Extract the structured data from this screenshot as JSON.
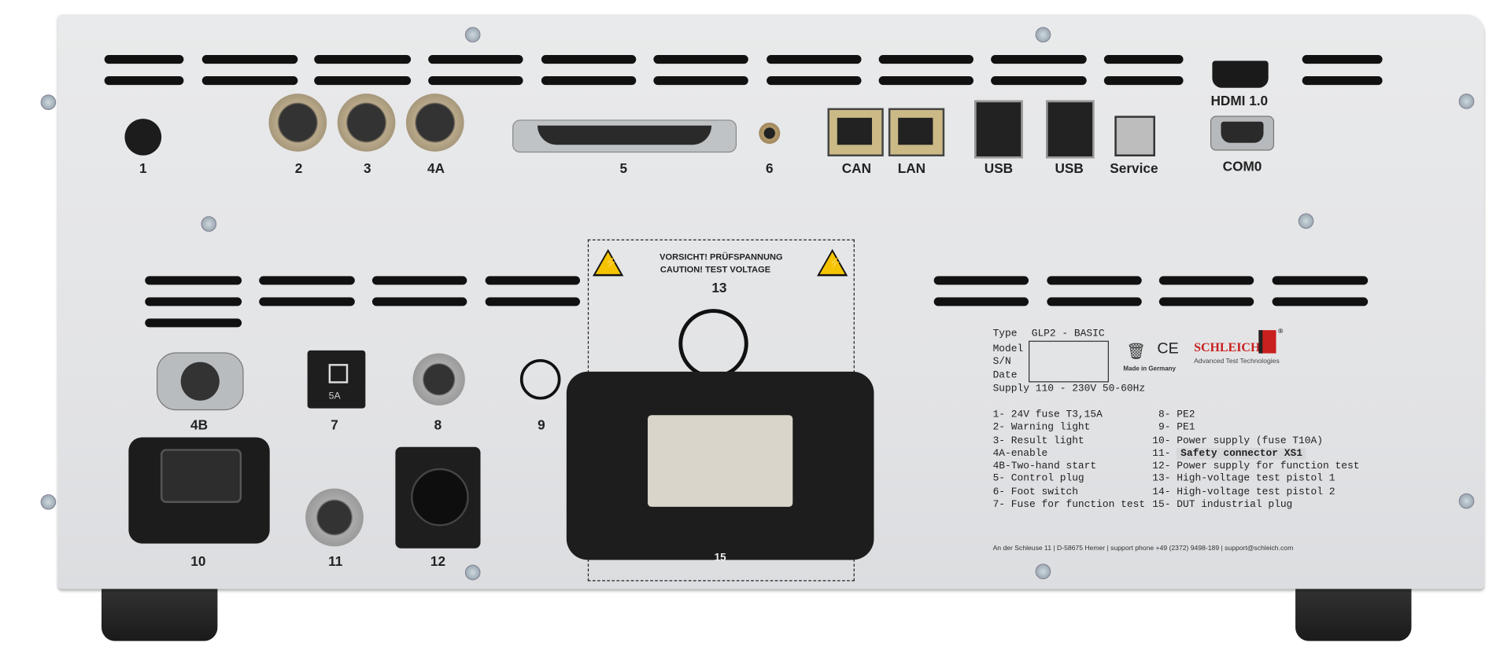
{
  "top_labels": {
    "p1": "1",
    "p2": "2",
    "p3": "3",
    "p4a": "4A",
    "p5": "5",
    "p6": "6",
    "can": "CAN",
    "lan": "LAN",
    "usb1": "USB",
    "usb2": "USB",
    "service": "Service",
    "hdmi": "HDMI 1.0",
    "com0": "COM0"
  },
  "bottom_labels": {
    "p4b": "4B",
    "p7": "7",
    "fuse_text": "5A",
    "p8": "8",
    "p9": "9",
    "p10": "10",
    "p11": "11",
    "p12": "12",
    "p13": "13",
    "p15": "15"
  },
  "caution": {
    "line1": "VORSICHT! PRÜFSPANNUNG",
    "line2": "CAUTION! TEST VOLTAGE",
    "warning_icon": "high-voltage-warning-icon"
  },
  "nameplate": {
    "type_label": "Type",
    "type_value": "GLP2 - BASIC",
    "model_label": "Model",
    "sn_label": "S/N",
    "date_label": "Date",
    "supply": "Supply 110 - 230V 50-60Hz",
    "made_in": "Made in Germany",
    "ce": "CE",
    "brand": "SCHLEICH",
    "brand_sub": "Advanced Test Technologies",
    "registered": "®",
    "legend_left": [
      "1- 24V fuse T3,15A",
      "2- Warning light",
      "3- Result light",
      "4A-enable",
      "4B-Two-hand start",
      "5- Control plug",
      "6- Foot switch",
      "7- Fuse for function test"
    ],
    "legend_right_prefix": [
      " 8- ",
      " 9- ",
      "10- ",
      "11- ",
      "12- ",
      "13- ",
      "14- ",
      "15- "
    ],
    "legend_right": [
      "PE2",
      "PE1",
      "Power supply (fuse T10A)",
      "Safety connector XS1",
      "Power supply for function test",
      "High-voltage test pistol 1",
      "High-voltage test pistol 2",
      "DUT industrial plug"
    ],
    "footer": "An der Schleuse 11 | D-58675 Hemer | support phone +49 (2372) 9498-189 | support@schleich.com"
  },
  "colors": {
    "brand_red": "#c8201e",
    "warning_yellow": "#f5c400"
  }
}
